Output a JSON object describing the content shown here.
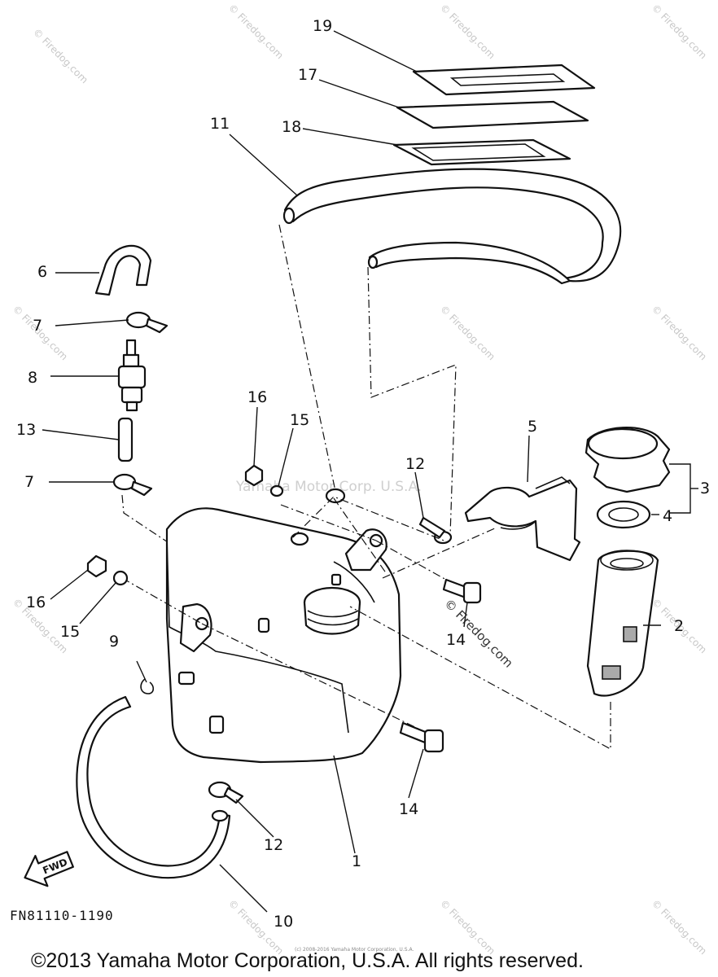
{
  "callouts": [
    "1",
    "2",
    "3",
    "4",
    "5",
    "6",
    "7",
    "7",
    "8",
    "9",
    "10",
    "11",
    "12",
    "12",
    "13",
    "14",
    "14",
    "15",
    "15",
    "16",
    "16",
    "17",
    "18",
    "19"
  ],
  "watermark": {
    "site": "© Firedog.com",
    "center": "Yamaha Motor Corp. U.S.A."
  },
  "reference_code": "FN81110-1190",
  "fwd_label": "FWD",
  "copyright": "©2013 Yamaha Motor Corporation, U.S.A. All rights reserved.",
  "small_print": "(c) 2008-2016 Yamaha Motor Corporation, U.S.A."
}
